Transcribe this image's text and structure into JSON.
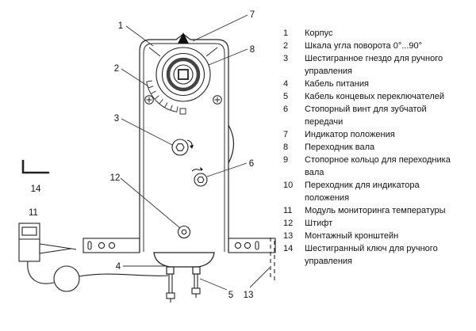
{
  "diagram": {
    "callouts": {
      "c1": "1",
      "c2": "2",
      "c3": "3",
      "c4": "4",
      "c5": "5",
      "c6": "6",
      "c7": "7",
      "c8": "8",
      "c11": "11",
      "c12": "12",
      "c13": "13",
      "c14": "14"
    }
  },
  "legend": {
    "items": [
      {
        "num": "1",
        "text": "Корпус"
      },
      {
        "num": "2",
        "text": "Шкала угла поворота 0°...90°"
      },
      {
        "num": "3",
        "text": "Шестигранное гнездо для ручного управления"
      },
      {
        "num": "4",
        "text": "Кабель питания"
      },
      {
        "num": "5",
        "text": "Кабель концевых переключателей"
      },
      {
        "num": "6",
        "text": "Стопорный винт для зубчатой передачи"
      },
      {
        "num": "7",
        "text": "Индикатор положения"
      },
      {
        "num": "8",
        "text": "Переходник вала"
      },
      {
        "num": "9",
        "text": "Стопорное кольцо для переходника вала"
      },
      {
        "num": "10",
        "text": "Переходник для индикатора положения"
      },
      {
        "num": "11",
        "text": "Модуль мониторинга температуры"
      },
      {
        "num": "12",
        "text": "Штифт"
      },
      {
        "num": "13",
        "text": "Монтажный кронштейн"
      },
      {
        "num": "14",
        "text": "Шестигранный ключ для ручного управления"
      }
    ]
  }
}
